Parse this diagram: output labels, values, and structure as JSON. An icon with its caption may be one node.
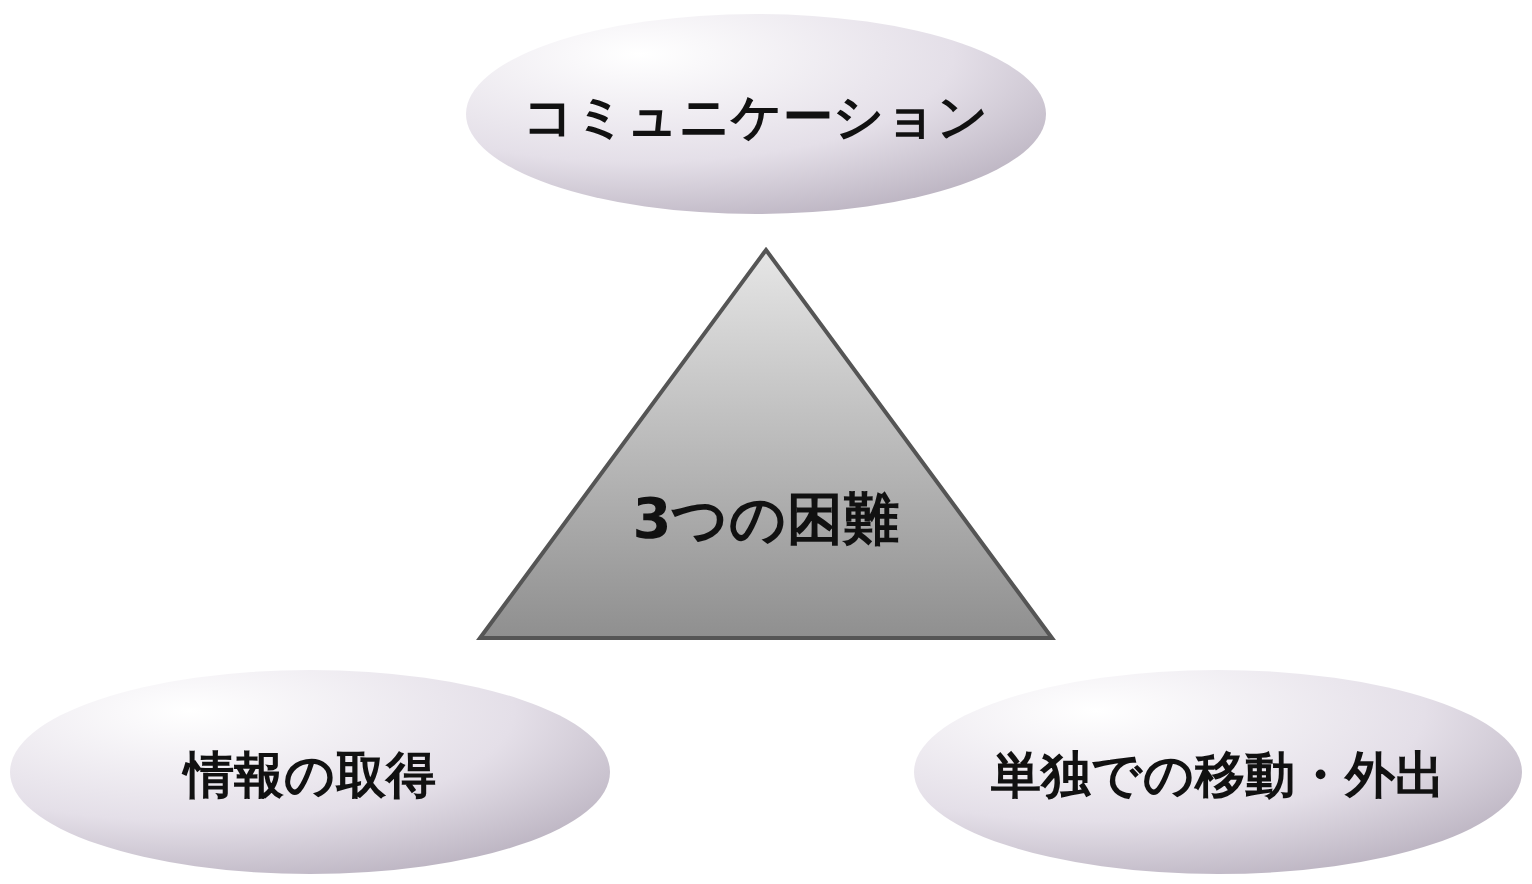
{
  "diagram": {
    "nodes": [
      {
        "text": [
          "コミュニケーション"
        ]
      },
      {
        "text": [
          "3つの困難"
        ]
      },
      {
        "text": [
          "情報の取得"
        ]
      },
      {
        "text": [
          "単独での移動・外出"
        ]
      }
    ]
  }
}
